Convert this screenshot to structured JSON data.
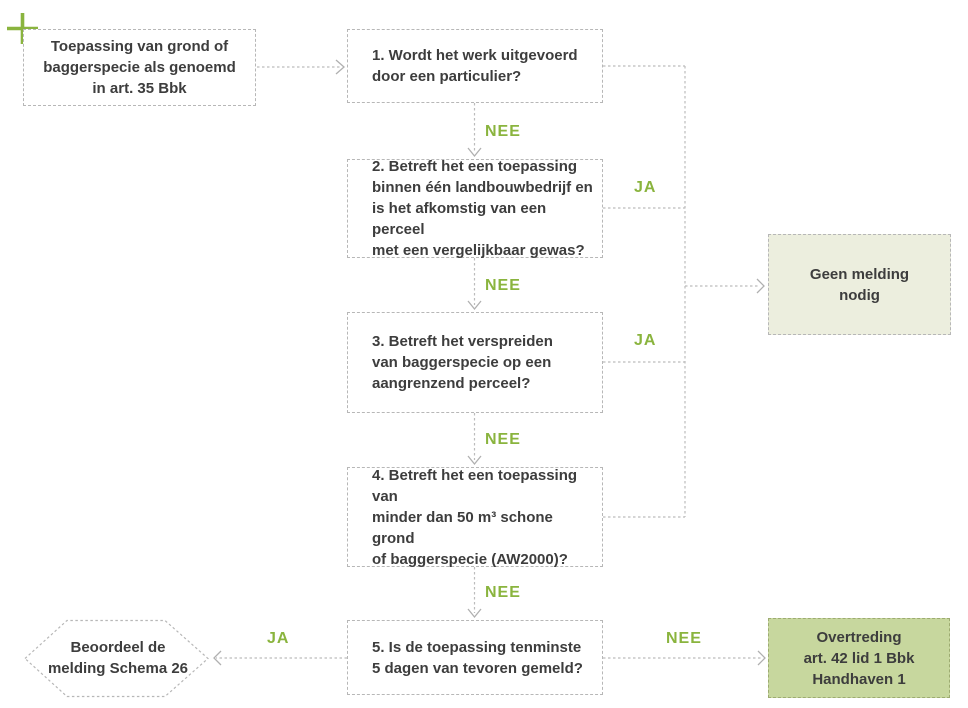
{
  "diagram": {
    "kind": "flowchart",
    "language": "nl",
    "nodes": {
      "start": {
        "text": "Toepassing van grond of\nbaggerspecie als genoemd\nin art. 35 Bbk"
      },
      "q1": {
        "text": "1. Wordt het werk uitgevoerd\ndoor een particulier?"
      },
      "q2": {
        "text": "2. Betreft het een toepassing\nbinnen één landbouwbedrijf en\nis het afkomstig van een perceel\nmet een vergelijkbaar gewas?"
      },
      "q3": {
        "text": "3. Betreft het verspreiden\nvan baggerspecie op een\naangrenzend perceel?"
      },
      "q4": {
        "text": "4. Betreft het een toepassing van\nminder dan 50 m³ schone grond\nof baggerspecie (AW2000)?"
      },
      "q5": {
        "text": "5. Is de toepassing tenminste\n5 dagen van tevoren gemeld?"
      },
      "no_notification": {
        "text": "Geen melding\nnodig"
      },
      "violation": {
        "text": "Overtreding\nart. 42 lid 1 Bbk\nHandhaven 1"
      },
      "assess": {
        "text": "Beoordeel de\nmelding Schema 26"
      }
    },
    "labels": {
      "nee": "NEE",
      "ja": "JA"
    },
    "icons": {
      "plus_marker": "plus"
    },
    "colors": {
      "accent_green": "#8ab43e",
      "connector_gray": "#bcbcbc",
      "node_border_gray": "#b7b7b7",
      "text_dark": "#3d3d3d",
      "outcome_light_fill": "#eceede",
      "outcome_green_fill": "#c7d79e",
      "outcome_green_border": "#9dab71"
    }
  }
}
